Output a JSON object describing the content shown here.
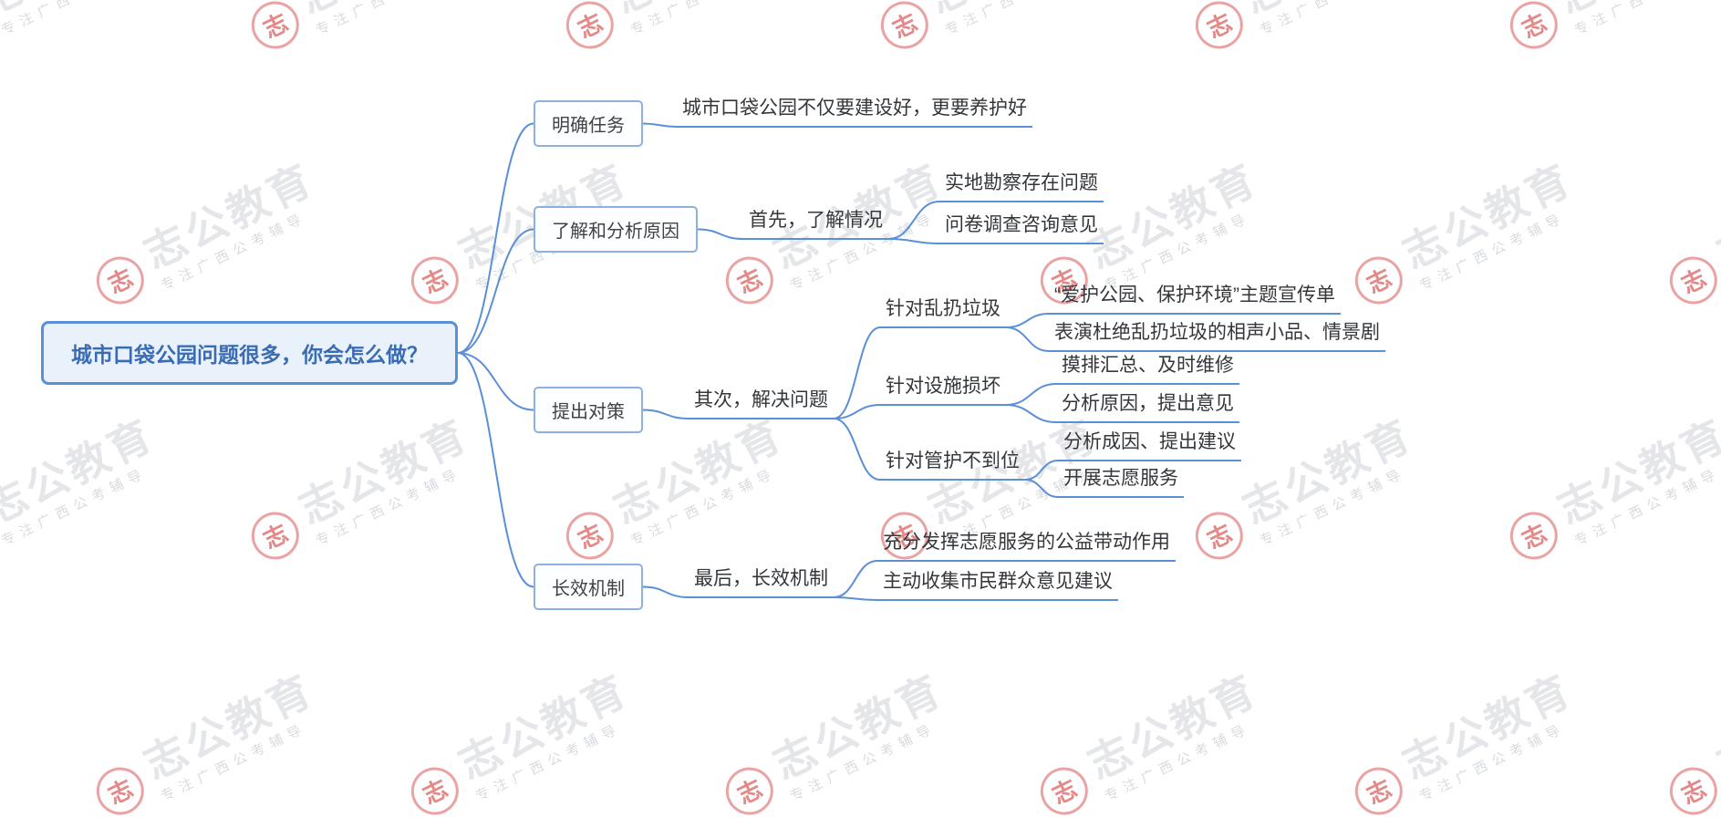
{
  "root": {
    "label": "城市口袋公园问题很多，你会怎么做？"
  },
  "branches": [
    {
      "label": "明确任务",
      "children": [
        {
          "label": "城市口袋公园不仅要建设好，更要养护好",
          "children": []
        }
      ]
    },
    {
      "label": "了解和分析原因",
      "children": [
        {
          "label": "首先，了解情况",
          "children": [
            {
              "label": "实地勘察存在问题",
              "children": []
            },
            {
              "label": "问卷调查咨询意见",
              "children": []
            }
          ]
        }
      ]
    },
    {
      "label": "提出对策",
      "children": [
        {
          "label": "其次，解决问题",
          "children": [
            {
              "label": "针对乱扔垃圾",
              "children": [
                {
                  "label": "“爱护公园、保护环境”主题宣传单",
                  "children": []
                },
                {
                  "label": "表演杜绝乱扔垃圾的相声小品、情景剧",
                  "children": []
                }
              ]
            },
            {
              "label": "针对设施损坏",
              "children": [
                {
                  "label": "摸排汇总、及时维修",
                  "children": []
                },
                {
                  "label": "分析原因，提出意见",
                  "children": []
                }
              ]
            },
            {
              "label": "针对管护不到位",
              "children": [
                {
                  "label": "分析成因、提出建议",
                  "children": []
                },
                {
                  "label": "开展志愿服务",
                  "children": []
                }
              ]
            }
          ]
        }
      ]
    },
    {
      "label": "长效机制",
      "children": [
        {
          "label": "最后，长效机制",
          "children": [
            {
              "label": "充分发挥志愿服务的公益带动作用",
              "children": []
            },
            {
              "label": "主动收集市民群众意见建议",
              "children": []
            }
          ]
        }
      ]
    }
  ],
  "watermark": {
    "brand": "志公教育",
    "tagline": "专注广西公考辅导",
    "logo_char": "志"
  },
  "colors": {
    "accent": "#5b8fd6",
    "root_fill": "#e9f1fb",
    "root_text": "#3a6cb5",
    "branch_border": "#8db1de",
    "watermark_red": "#d54848",
    "watermark_gray": "#b2b8c2"
  }
}
